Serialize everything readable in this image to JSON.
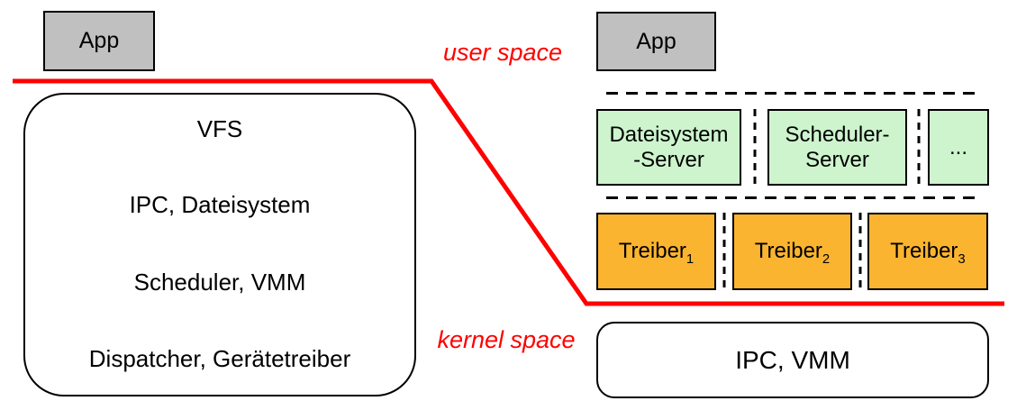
{
  "colors": {
    "red": "#ff0000",
    "line": "#000000",
    "gray": "#c0c0c0",
    "green": "#cdf4cd",
    "orange": "#fbb430"
  },
  "labels": {
    "user_space": "user space",
    "kernel_space": "kernel space"
  },
  "monolithic": {
    "app": "App",
    "layers": [
      "VFS",
      "IPC, Dateisystem",
      "Scheduler, VMM",
      "Dispatcher, Gerätetreiber"
    ]
  },
  "microkernel": {
    "app": "App",
    "servers": [
      {
        "lines": [
          "Dateisystem",
          "-Server"
        ]
      },
      {
        "lines": [
          "Scheduler-",
          "Server"
        ]
      },
      {
        "lines": [
          "..."
        ]
      }
    ],
    "drivers": [
      {
        "base": "Treiber",
        "sub": "1"
      },
      {
        "base": "Treiber",
        "sub": "2"
      },
      {
        "base": "Treiber",
        "sub": "3"
      }
    ],
    "kernel": "IPC, VMM"
  }
}
